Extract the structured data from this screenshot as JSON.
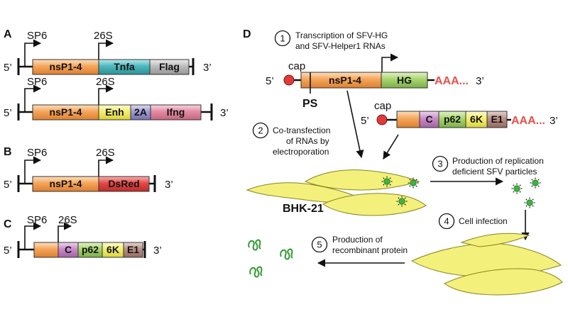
{
  "panels": {
    "a": "A",
    "b": "B",
    "c": "C",
    "d": "D"
  },
  "common": {
    "five_prime": "5’",
    "three_prime": "3’",
    "sp6": "SP6",
    "p26s": "26S",
    "cap": "cap",
    "polyA": "AAA..."
  },
  "construct_a1": {
    "nsp": "nsP1-4",
    "gene": "Tnfa",
    "tag": "Flag"
  },
  "construct_a2": {
    "nsp": "nsP1-4",
    "enh": "Enh",
    "twoA": "2A",
    "gene": "Ifng"
  },
  "construct_b": {
    "nsp": "nsP1-4",
    "gene": "DsRed"
  },
  "construct_c": {
    "c": "C",
    "p62": "p62",
    "k6": "6K",
    "e1": "E1"
  },
  "panel_d": {
    "ps": "PS",
    "hg_nsp": "nsP1-4",
    "hg_gene": "HG",
    "cell_line": "BHK-21",
    "steps": [
      {
        "num": "1",
        "line1": "Transcription of SFV-HG",
        "line2": "and SFV-Helper1 RNAs",
        "line3": ""
      },
      {
        "num": "2",
        "line1": "Co-transfection",
        "line2": "of RNAs by",
        "line3": "electroporation"
      },
      {
        "num": "3",
        "line1": "Production of replication",
        "line2": "deficient SFV particles",
        "line3": ""
      },
      {
        "num": "4",
        "line1": "Cell infection",
        "line2": "",
        "line3": ""
      },
      {
        "num": "5",
        "line1": "Production of",
        "line2": "recombinant protein",
        "line3": ""
      }
    ]
  },
  "colors": {
    "orange": "#f4a55a",
    "teal": "#4bb8bd",
    "gray": "#bcbcbc",
    "yellow": "#f3ef6e",
    "lavender": "#9d9bcf",
    "pink": "#e38ba3",
    "red": "#e44a46",
    "purple": "#c78bc6",
    "green": "#a8d46e",
    "brown": "#b98f86",
    "cell": "#f3f07c",
    "cap": "#e03b3b",
    "polyA": "#e8504a"
  }
}
